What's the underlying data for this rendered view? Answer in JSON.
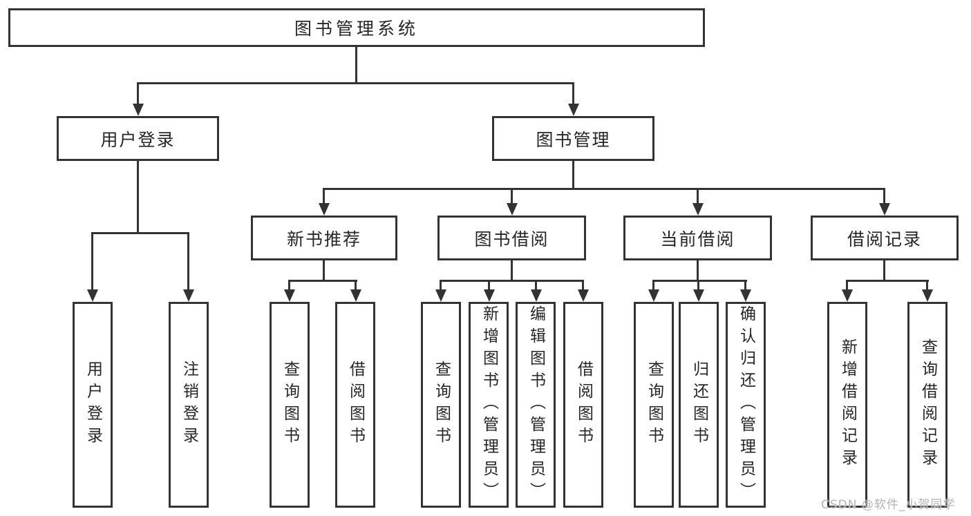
{
  "diagram": {
    "root": {
      "label": "图书管理系统",
      "children": [
        {
          "label": "用户登录",
          "children": [
            {
              "label": "用户登录"
            },
            {
              "label": "注销登录"
            }
          ]
        },
        {
          "label": "图书管理",
          "children": [
            {
              "label": "新书推荐",
              "children": [
                {
                  "label": "查询图书"
                },
                {
                  "label": "借阅图书"
                }
              ]
            },
            {
              "label": "图书借阅",
              "children": [
                {
                  "label": "查询图书"
                },
                {
                  "label": "新增图书（管理员）"
                },
                {
                  "label": "编辑图书（管理员）"
                },
                {
                  "label": "借阅图书"
                }
              ]
            },
            {
              "label": "当前借阅",
              "children": [
                {
                  "label": "查询图书"
                },
                {
                  "label": "归还图书"
                },
                {
                  "label": "确认归还（管理员）"
                }
              ]
            },
            {
              "label": "借阅记录",
              "children": [
                {
                  "label": "新增借阅记录"
                },
                {
                  "label": "查询借阅记录"
                }
              ]
            }
          ]
        }
      ]
    }
  },
  "watermark": {
    "text": "CSDN @软件_小贺同学",
    "color": "#b3b3b3"
  },
  "colors": {
    "line": "#333333",
    "box_border": "#333333",
    "text": "#262626",
    "background": "#ffffff"
  }
}
